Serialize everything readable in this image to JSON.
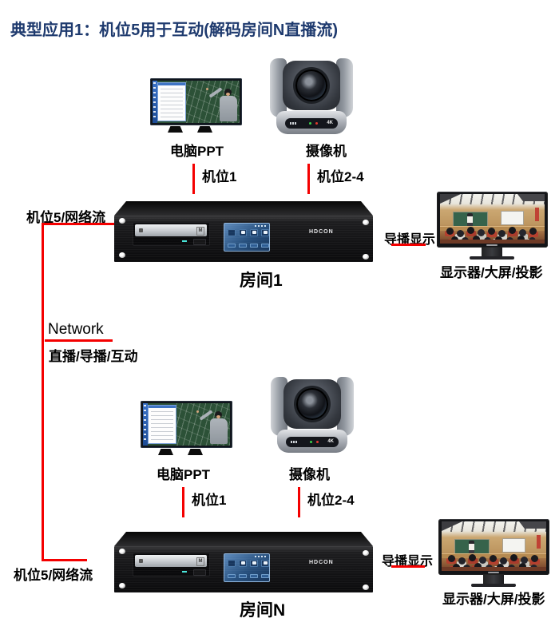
{
  "title": "典型应用1：机位5用于互动(解码房间N直播流)",
  "colors": {
    "title": "#1e3a6e",
    "connection_line": "#f40000",
    "text": "#000000"
  },
  "network": {
    "label": "Network",
    "modes_label": "直播/导播/互动"
  },
  "rooms": [
    {
      "name": "房间1",
      "source1_label": "电脑PPT",
      "source2_label": "摄像机",
      "feed1_label": "机位1",
      "feed2_label": "机位2-4",
      "feed5_label": "机位5/网络流",
      "director_label": "导播显示",
      "display_label": "显示器/大屏/投影",
      "device": {
        "brand": "HDCON",
        "drive_mark": "M"
      },
      "camera_badge": "4K"
    },
    {
      "name": "房间N",
      "source1_label": "电脑PPT",
      "source2_label": "摄像机",
      "feed1_label": "机位1",
      "feed2_label": "机位2-4",
      "feed5_label": "机位5/网络流",
      "director_label": "导播显示",
      "display_label": "显示器/大屏/投影",
      "device": {
        "brand": "HDCON",
        "drive_mark": "M"
      },
      "camera_badge": "4K"
    }
  ]
}
